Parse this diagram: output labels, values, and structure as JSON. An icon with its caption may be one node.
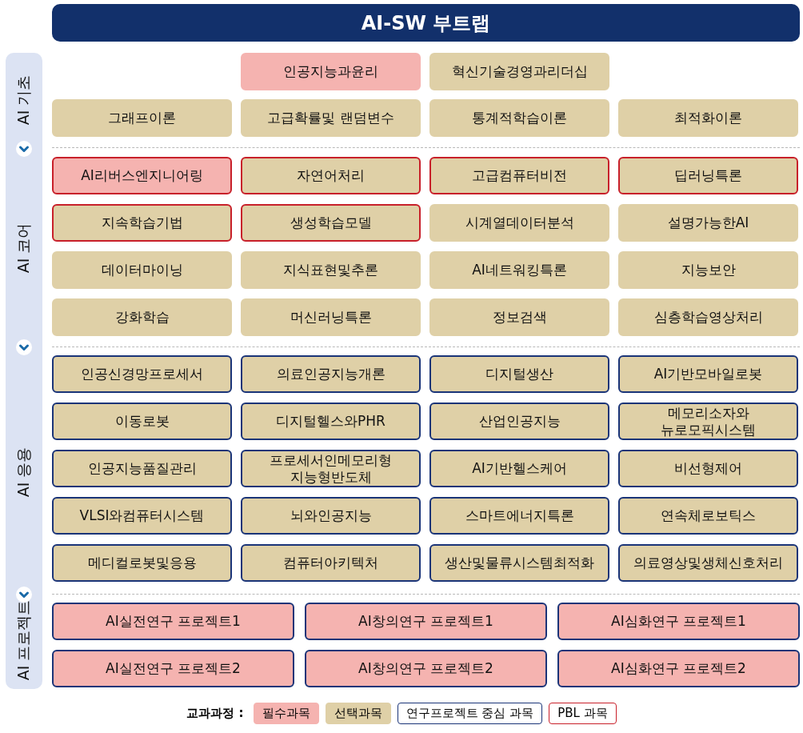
{
  "diagram": {
    "title": "AI-SW 부트랩",
    "nodes": [
      {
        "text": [
          "인공지능과윤리"
        ]
      },
      {
        "text": [
          "혁신기술경영과리더십"
        ]
      },
      {
        "text": [
          "그래프이론"
        ]
      },
      {
        "text": [
          "고급확률및 랜덤변수"
        ]
      },
      {
        "text": [
          "통계적학습이론"
        ]
      },
      {
        "text": [
          "최적화이론"
        ]
      },
      {
        "text": [
          "AI리버스엔지니어링"
        ]
      },
      {
        "text": [
          "자연어처리"
        ]
      },
      {
        "text": [
          "고급컴퓨터비전"
        ]
      },
      {
        "text": [
          "딥러닝특론"
        ]
      },
      {
        "text": [
          "지속학습기법"
        ]
      },
      {
        "text": [
          "생성학습모델"
        ]
      },
      {
        "text": [
          "시계열데이터분석"
        ]
      },
      {
        "text": [
          "설명가능한AI"
        ]
      },
      {
        "text": [
          "데이터마이닝"
        ]
      },
      {
        "text": [
          "지식표현및추론"
        ]
      },
      {
        "text": [
          "AI네트워킹특론"
        ]
      },
      {
        "text": [
          "지능보안"
        ]
      },
      {
        "text": [
          "강화학습"
        ]
      },
      {
        "text": [
          "머신러닝특론"
        ]
      },
      {
        "text": [
          "정보검색"
        ]
      },
      {
        "text": [
          "심층학습영상처리"
        ]
      },
      {
        "text": [
          "인공신경망프로세서"
        ]
      },
      {
        "text": [
          "의료인공지능개론"
        ]
      },
      {
        "text": [
          "디지털생산"
        ]
      },
      {
        "text": [
          "AI기반모바일로봇"
        ]
      },
      {
        "text": [
          "이동로봇"
        ]
      },
      {
        "text": [
          "디지털헬스와PHR"
        ]
      },
      {
        "text": [
          "산업인공지능"
        ]
      },
      {
        "text": [
          "메모리소자와 뉴로모픽시스템"
        ]
      },
      {
        "text": [
          "인공지능품질관리"
        ]
      },
      {
        "text": [
          "프로세서인메모리형 지능형반도체"
        ]
      },
      {
        "text": [
          "AI기반헬스케어"
        ]
      },
      {
        "text": [
          "비선형제어"
        ]
      },
      {
        "text": [
          "VLSI와컴퓨터시스템"
        ]
      },
      {
        "text": [
          "뇌와인공지능"
        ]
      },
      {
        "text": [
          "스마트에너지특론"
        ]
      },
      {
        "text": [
          "연속체로보틱스"
        ]
      },
      {
        "text": [
          "메디컬로봇및응용"
        ]
      },
      {
        "text": [
          "컴퓨터아키텍처"
        ]
      },
      {
        "text": [
          "생산및물류시스템최적화"
        ]
      },
      {
        "text": [
          "의료영상및생체신호처리"
        ]
      },
      {
        "text": [
          "AI실전연구 프로젝트1"
        ]
      },
      {
        "text": [
          "AI창의연구 프로젝트1"
        ]
      },
      {
        "text": [
          "AI심화연구 프로젝트1"
        ]
      },
      {
        "text": [
          "AI실전연구 프로젝트2"
        ]
      },
      {
        "text": [
          "AI창의연구 프로젝트2"
        ]
      },
      {
        "text": [
          "AI심화연구 프로젝트2"
        ]
      }
    ],
    "labels": [
      "AI 기초",
      "AI 코어",
      "AI 응용",
      "AI 프로젝트",
      "교과과정 :"
    ],
    "legend": [
      {
        "text": "필수과목",
        "color": "#f5b3b0"
      },
      {
        "text": "선택과목",
        "color": "#dfd0a7"
      },
      {
        "text": "연구프로젝트 중심 과목"
      },
      {
        "text": "PBL 과목"
      }
    ]
  }
}
